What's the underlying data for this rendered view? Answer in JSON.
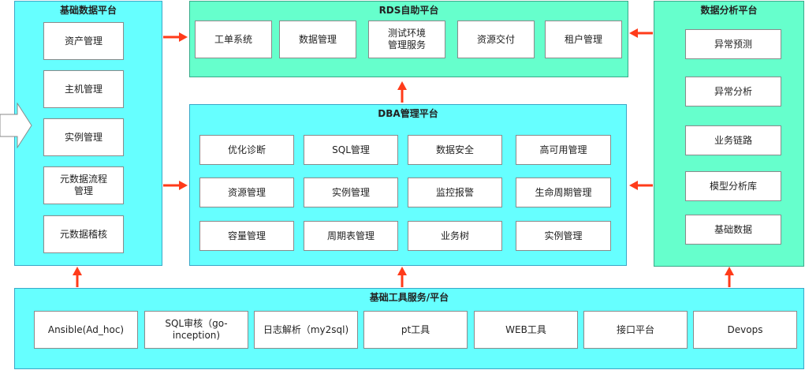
{
  "panels": {
    "basic_data": {
      "title": "基础数据平台",
      "items": [
        "资产管理",
        "主机管理",
        "实例管理",
        "元数据流程\n管理",
        "元数据稽核"
      ]
    },
    "rds": {
      "title": "RDS自助平台",
      "items": [
        "工单系统",
        "数据管理",
        "测试环境\n管理服务",
        "资源交付",
        "租户管理"
      ]
    },
    "dba": {
      "title": "DBA管理平台",
      "rows": [
        [
          "优化诊断",
          "SQL管理",
          "数据安全",
          "高可用管理"
        ],
        [
          "资源管理",
          "实例管理",
          "监控报警",
          "生命周期管理"
        ],
        [
          "容量管理",
          "周期表管理",
          "业务树",
          "实例管理"
        ]
      ]
    },
    "analysis": {
      "title": "数据分析平台",
      "items": [
        "异常预测",
        "异常分析",
        "业务链路",
        "模型分析库",
        "基础数据"
      ]
    },
    "tools": {
      "title": "基础工具服务/平台",
      "items": [
        "Ansible(Ad_hoc)",
        "SQL审核（go-\ninception)",
        "日志解析（my2sql)",
        "pt工具",
        "WEB工具",
        "接口平台",
        "Devops"
      ]
    }
  },
  "colors": {
    "panel_cyan": "#66ffff",
    "panel_mint": "#66ffcc",
    "arrow": "#ff3b1a"
  }
}
